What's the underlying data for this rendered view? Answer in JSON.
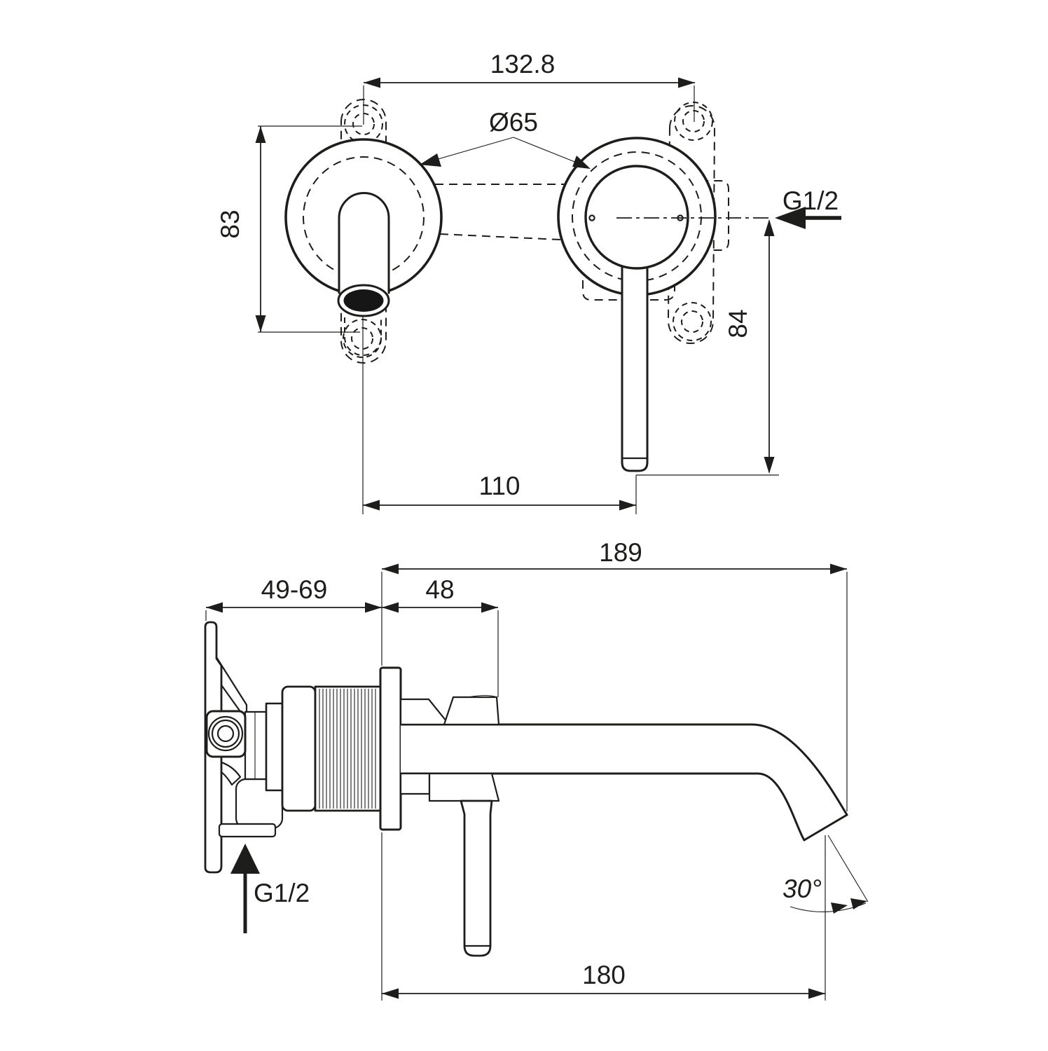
{
  "colors": {
    "background": "#ffffff",
    "line": "#1d1d1b"
  },
  "front_view": {
    "hole_spacing": "132.8",
    "escutcheon_diameter": "Ø65",
    "spout_offset": "83",
    "handle_offset": "84",
    "axis_distance": "110",
    "connection": "G1/2"
  },
  "side_view": {
    "spout_projection": "189",
    "wall_depth_range": "49-69",
    "escutcheon_depth": "48",
    "spout_reach": "180",
    "spout_angle": "30°",
    "connection": "G1/2"
  }
}
